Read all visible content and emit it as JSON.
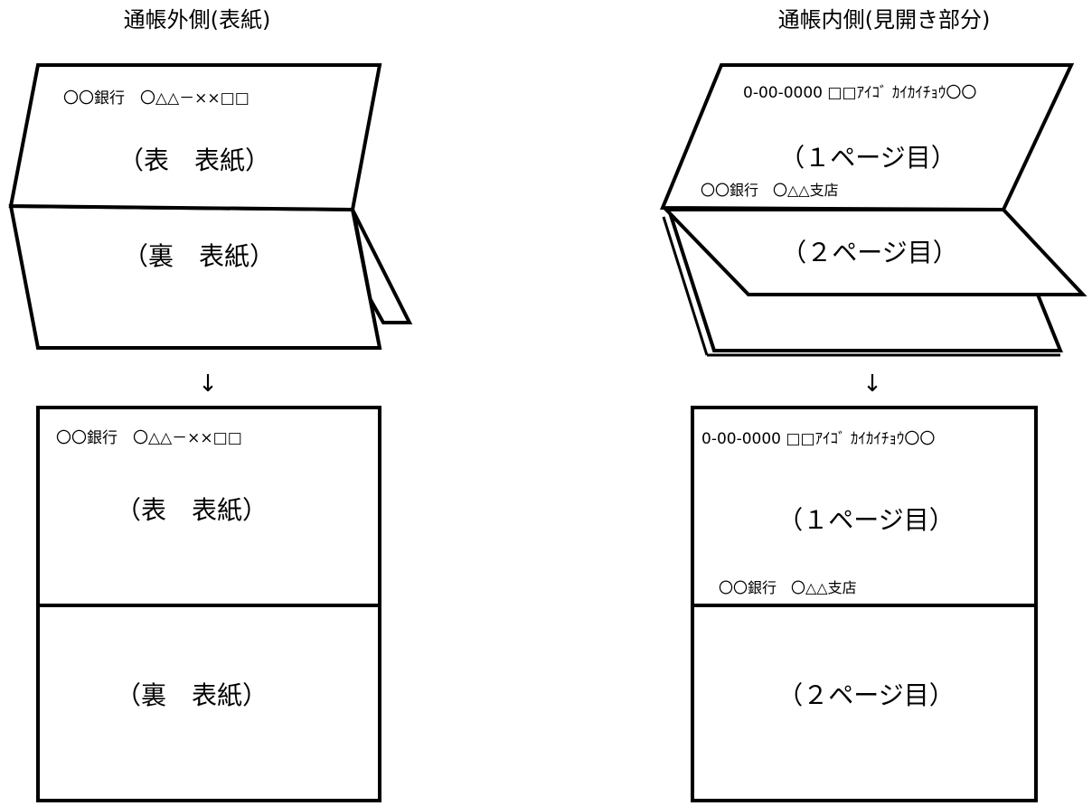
{
  "outer": {
    "title": "通帳外側(表紙)",
    "header": "〇〇銀行　〇△△－××□□",
    "front_label": "（表　表紙）",
    "back_label": "（裏　表紙）",
    "arrow": "↓"
  },
  "inner": {
    "title": "通帳内側(見開き部分)",
    "header": "0-00-0000 □□ｱｲｺﾞ ｶｲｶｲﾁｮｳ〇〇",
    "page1_label": "（１ページ目）",
    "branch": "〇〇銀行　〇△△支店",
    "page2_label": "（２ページ目）",
    "arrow": "↓"
  }
}
